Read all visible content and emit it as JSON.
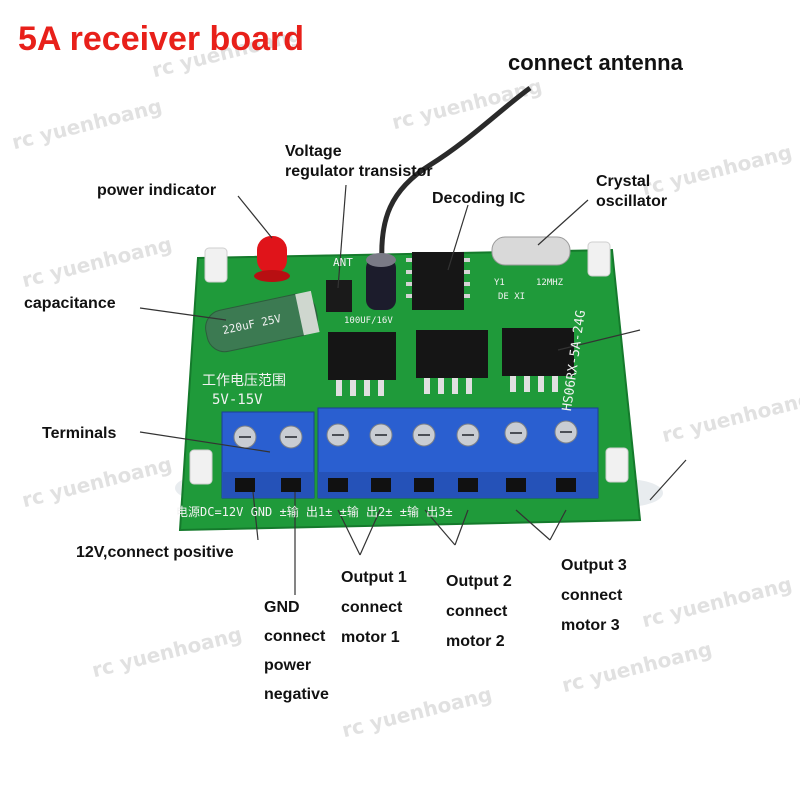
{
  "title": "5A receiver board",
  "watermark": "rc yuenhoang",
  "labels": {
    "antenna": "connect antenna",
    "voltage_reg_1": "Voltage",
    "voltage_reg_2": "regulator transistor",
    "power_indicator": "power indicator",
    "decoding_ic": "Decoding IC",
    "crystal_1": "Crystal",
    "crystal_2": "oscillator",
    "capacitance": "capacitance",
    "terminals": "Terminals",
    "twelve_v": "12V,connect positive",
    "gnd": [
      "GND",
      "connect",
      "power",
      "negative"
    ],
    "output1": [
      "Output 1",
      "connect",
      "motor 1"
    ],
    "output2": [
      "Output 2",
      "connect",
      "motor 2"
    ],
    "output3": [
      "Output 3",
      "connect",
      "motor 3"
    ]
  },
  "silkscreen": {
    "range_cn": "工作电压范围",
    "range": "5V-15V",
    "model": "HS06RX-5A-24G",
    "power_row": "电源DC=12V GND ±输 出1± ±输 出2± ±输 出3±",
    "ant": "ANT",
    "cap_big": "220uF 25V",
    "cap_small": "100UF/16V",
    "crystal_freq": "12MHZ",
    "y1": "Y1",
    "ic_mark": "DE XI"
  },
  "colors": {
    "title": "#e8201a",
    "pcb": "#1f9a3a",
    "terminal": "#2a5fd0",
    "led": "#e0141a"
  }
}
